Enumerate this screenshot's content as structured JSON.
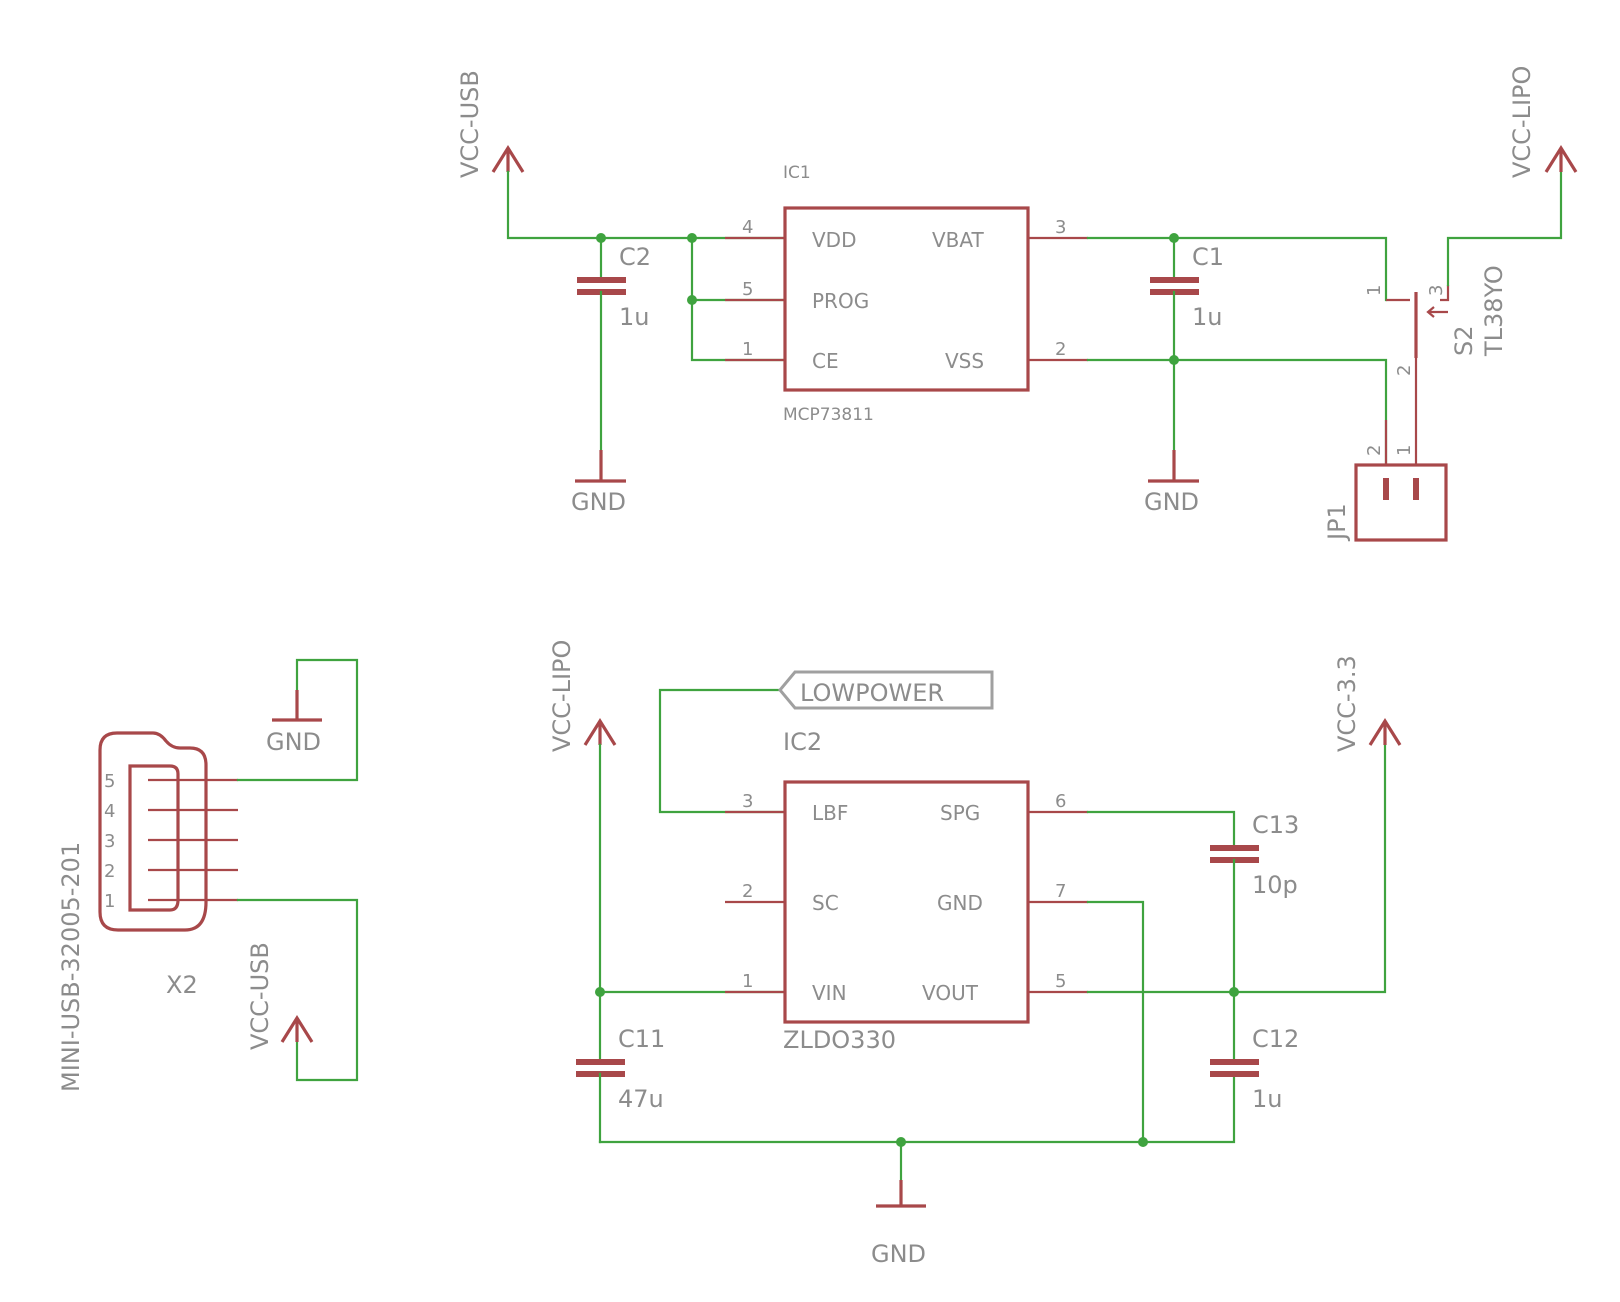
{
  "power": {
    "vcc_usb": "VCC-USB",
    "vcc_lipo": "VCC-LIPO",
    "vcc_33": "VCC-3.3",
    "gnd": "GND"
  },
  "ic1": {
    "name": "IC1",
    "value": "MCP73811",
    "pins": {
      "vdd": "VDD",
      "prog": "PROG",
      "ce": "CE",
      "vbat": "VBAT",
      "vss": "VSS"
    },
    "pin_numbers": {
      "vdd": "4",
      "prog": "5",
      "ce": "1",
      "vbat": "3",
      "vss": "2"
    }
  },
  "ic2": {
    "name": "IC2",
    "value": "ZLDO330",
    "pins": {
      "lbf": "LBF",
      "sc": "SC",
      "vin": "VIN",
      "spg": "SPG",
      "gnd": "GND",
      "vout": "VOUT"
    },
    "pin_numbers": {
      "lbf": "3",
      "sc": "2",
      "vin": "1",
      "spg": "6",
      "gnd": "7",
      "vout": "5"
    }
  },
  "caps": {
    "c1": {
      "name": "C1",
      "value": "1u"
    },
    "c2": {
      "name": "C2",
      "value": "1u"
    },
    "c11": {
      "name": "C11",
      "value": "47u"
    },
    "c12": {
      "name": "C12",
      "value": "1u"
    },
    "c13": {
      "name": "C13",
      "value": "10p"
    }
  },
  "s2": {
    "name": "S2",
    "value": "TL38YO",
    "pin1": "1",
    "pin2": "2",
    "pin3": "3"
  },
  "jp1": {
    "name": "JP1",
    "pin1": "1",
    "pin2": "2"
  },
  "x2": {
    "name": "X2",
    "value": "MINI-USB-32005-201",
    "pins": [
      "5",
      "4",
      "3",
      "2",
      "1"
    ]
  },
  "lowpower": "LOWPOWER"
}
